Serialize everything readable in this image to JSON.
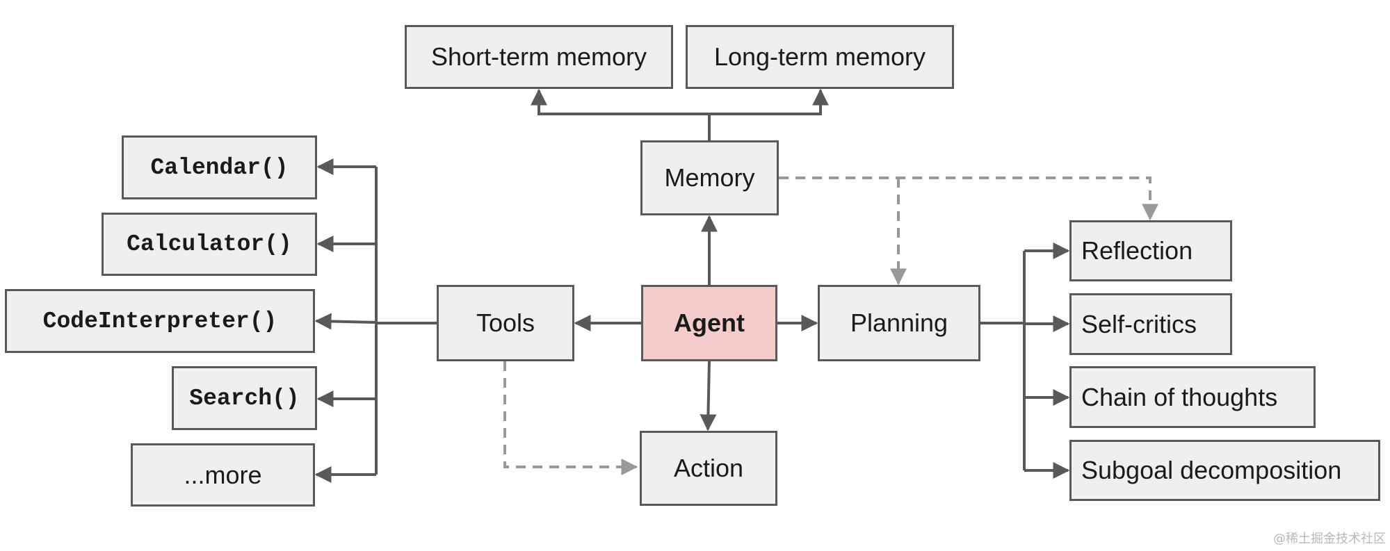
{
  "nodes": {
    "short_term_memory": "Short-term memory",
    "long_term_memory": "Long-term memory",
    "memory": "Memory",
    "agent": "Agent",
    "tools": "Tools",
    "planning": "Planning",
    "action": "Action",
    "calendar": "Calendar()",
    "calculator": "Calculator()",
    "code_interpreter": "CodeInterpreter()",
    "search": "Search()",
    "more": "...more",
    "reflection": "Reflection",
    "self_critics": "Self-critics",
    "chain_of_thoughts": "Chain of thoughts",
    "subgoal_decomposition": "Subgoal decomposition"
  },
  "watermark": "@稀土掘金技术社区",
  "colors": {
    "node_fill": "#efefef",
    "node_border": "#595959",
    "agent_fill": "#f4cccc",
    "solid_edge": "#595959",
    "dashed_edge": "#999999"
  }
}
